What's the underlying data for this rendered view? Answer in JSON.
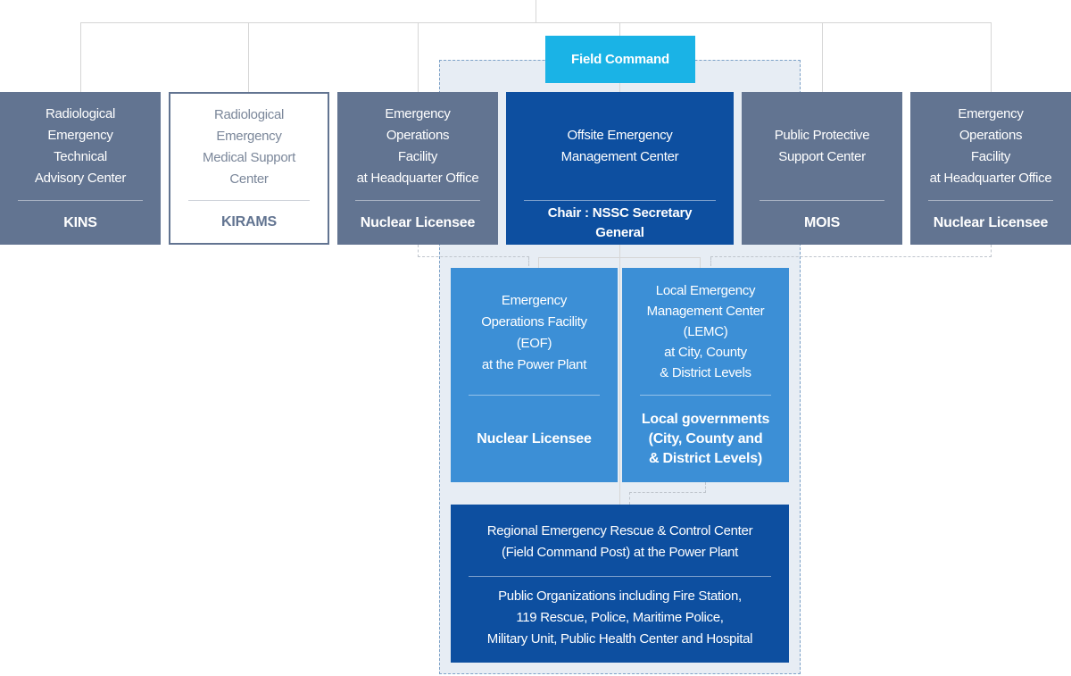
{
  "field_command": {
    "label": "Field Command"
  },
  "top_row": [
    {
      "name": "kins",
      "title": "Radiological\nEmergency\nTechnical\nAdvisory Center",
      "org": "KINS",
      "style": "slate"
    },
    {
      "name": "kirams",
      "title": "Radiological\nEmergency\nMedical Support\nCenter",
      "org": "KIRAMS",
      "style": "outline"
    },
    {
      "name": "eof-hq-left",
      "title": "Emergency\nOperations\nFacility\nat Headquarter Office",
      "org": "Nuclear Licensee",
      "style": "slate"
    },
    {
      "name": "oemc",
      "title": "Offsite Emergency\nManagement Center",
      "org": "Chair : NSSC Secretary General",
      "style": "navy"
    },
    {
      "name": "mois",
      "title": "Public Protective\nSupport Center",
      "org": "MOIS",
      "style": "slate"
    },
    {
      "name": "eof-hq-right",
      "title": "Emergency\nOperations\nFacility\nat Headquarter Office",
      "org": "Nuclear Licensee",
      "style": "slate"
    }
  ],
  "middle_row": [
    {
      "name": "eof-plant",
      "title": "Emergency\nOperations Facility\n(EOF)\nat the Power Plant",
      "org": "Nuclear Licensee"
    },
    {
      "name": "lemc",
      "title": "Local Emergency\nManagement Center\n(LEMC)\nat City, County\n& District Levels",
      "org": "Local governments\n(City, County and\n& District Levels)"
    }
  ],
  "bottom_box": {
    "title": "Regional Emergency Rescue & Control Center\n(Field Command Post)  at the Power Plant",
    "org": "Public Organizations including Fire Station,\n119 Rescue, Police, Maritime Police,\nMilitary Unit, Public Health Center and Hospital"
  },
  "colors": {
    "slate": "#627491",
    "navy": "#0d4fa0",
    "blue": "#3c8fd6",
    "cyan": "#1ab3e6",
    "field_bg": "#e7edf4"
  }
}
